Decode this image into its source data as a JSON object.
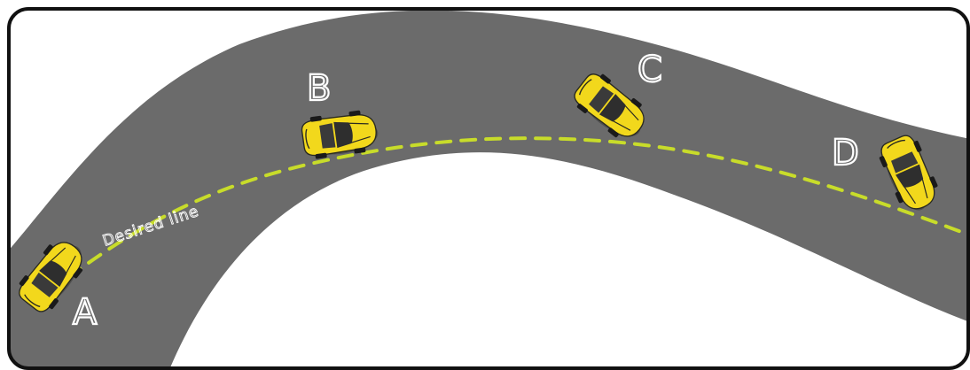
{
  "diagram": {
    "line_label": "Desired line",
    "positions": [
      {
        "id": "A",
        "label": "A"
      },
      {
        "id": "B",
        "label": "B"
      },
      {
        "id": "C",
        "label": "C"
      },
      {
        "id": "D",
        "label": "D"
      }
    ]
  },
  "colors": {
    "road": "#6b6b6b",
    "line": "#c8dc2a",
    "frame": "#111111",
    "car_body": "#f2d81c",
    "car_dark": "#2e2e2e"
  },
  "icons": {
    "car": "car-topdown-icon"
  }
}
